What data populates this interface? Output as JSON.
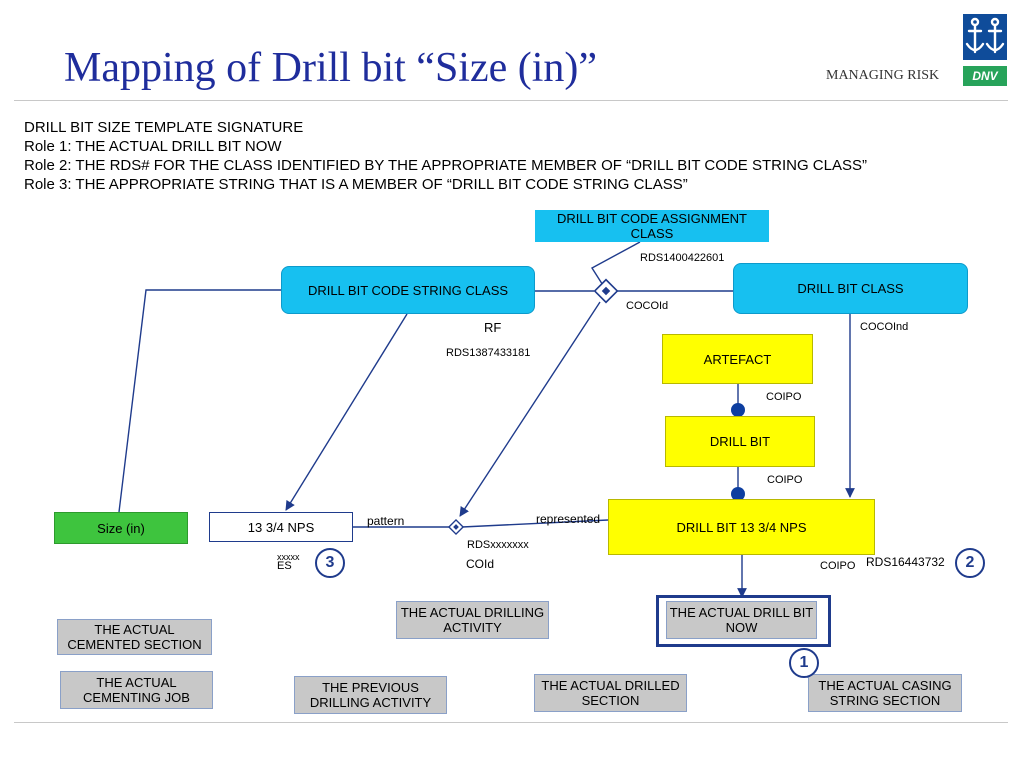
{
  "slide": {
    "title": "Mapping of Drill bit “Size (in)”",
    "tagline": "MANAGING RISK",
    "logo_text": "DNV",
    "intro_lines": [
      "DRILL BIT SIZE TEMPLATE SIGNATURE",
      "Role 1: THE ACTUAL DRILL BIT NOW",
      "Role 2: THE RDS# FOR THE CLASS IDENTIFIED BY THE APPROPRIATE MEMBER OF “DRILL BIT CODE STRING CLASS”",
      "Role 3: THE APPROPRIATE STRING THAT IS A MEMBER OF “DRILL BIT CODE STRING CLASS”"
    ]
  },
  "diagram": {
    "boxes": {
      "code_assignment": "DRILL BIT CODE ASSIGNMENT CLASS",
      "code_string_class": "DRILL BIT CODE STRING CLASS",
      "drill_bit_class": "DRILL BIT CLASS",
      "artefact": "ARTEFACT",
      "drill_bit": "DRILL BIT",
      "drill_bit_13": "DRILL BIT 13 3/4 NPS",
      "nps": "13 3/4 NPS",
      "size": "Size (in)",
      "actual_drill_bit_now": "THE ACTUAL DRILL BIT NOW",
      "actual_drilling_activity": "THE ACTUAL DRILLING ACTIVITY",
      "actual_cemented_section": "THE ACTUAL CEMENTED SECTION",
      "actual_cementing_job": "THE ACTUAL CEMENTING JOB",
      "previous_drilling_activity": "THE PREVIOUS DRILLING ACTIVITY",
      "actual_drilled_section": "THE ACTUAL DRILLED SECTION",
      "actual_casing_string_section": "THE ACTUAL CASING STRING SECTION"
    },
    "labels": {
      "rds_assignment": "RDS1400422601",
      "cocoid": "COCOId",
      "cocoind": "COCOInd",
      "rf": "RF",
      "rds_string_class": "RDS1387433181",
      "coipo_1": "COIPO",
      "coipo_2": "COIPO",
      "coipo_3": "COIPO",
      "pattern": "pattern",
      "represented": "represented",
      "rds_x": "RDSxxxxxxx",
      "coid": "COId",
      "rds_drill_bit_13": "RDS16443732",
      "xxxxx": "xxxxx",
      "es": "ES"
    },
    "role_markers": [
      "1",
      "2",
      "3"
    ]
  },
  "colors": {
    "title": "#1f2d9c",
    "class_box": "#17c0f0",
    "object_box": "#ffff00",
    "size_box": "#3ec43e",
    "activity_box": "#c8c8c8",
    "line": "#1f3b8c",
    "logo_top": "#0f4c9a",
    "logo_bottom": "#27a35a"
  }
}
